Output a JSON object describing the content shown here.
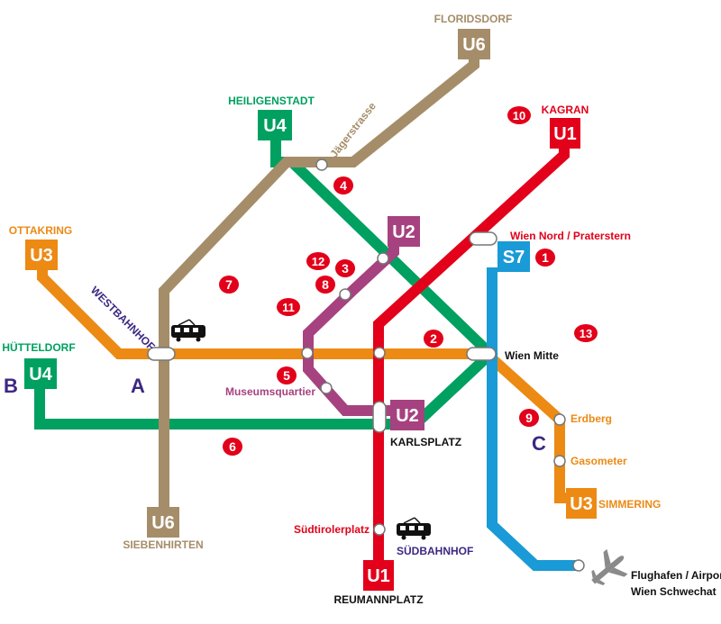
{
  "colors": {
    "u1": "#e2001a",
    "u2": "#a6427f",
    "u3": "#ec8a14",
    "u4": "#00a060",
    "u6": "#a58d69",
    "s7": "#1a9ad6",
    "zone": "#3d2783",
    "dark": "#111111",
    "plane": "#8a8a8a"
  },
  "terminals": {
    "floridsdorf": "FLORIDSDORF",
    "heiligenstadt": "HEILIGENSTADT",
    "kagran": "KAGRAN",
    "ottakring": "OTTAKRING",
    "huetteldorf": "HÜTTELDORF",
    "simmering": "SIMMERING",
    "siebenhirten": "SIEBENHIRTEN",
    "reumannplatz": "REUMANNPLATZ"
  },
  "stations": {
    "jaegerstrasse": "Jägerstrasse",
    "praterstern": "Wien Nord / Praterstern",
    "wien_mitte": "Wien Mitte",
    "westbahnhof": "WESTBAHNHOF",
    "museumsquartier": "Museumsquartier",
    "karlsplatz": "KARLSPLATZ",
    "erdberg": "Erdberg",
    "gasometer": "Gasometer",
    "suedtirolerplatz": "Südtirolerplatz",
    "suedbahnhof": "SÜDBAHNHOF",
    "airport_line1": "Flughafen / Airport",
    "airport_line2": "Wien Schwechat"
  },
  "badges": {
    "u6_top": "U6",
    "u4_top": "U4",
    "u1_top": "U1",
    "u3_left": "U3",
    "u2_mid": "U2",
    "s7": "S7",
    "u4_left": "U4",
    "u2_karlsplatz": "U2",
    "u3_bottom": "U3",
    "u6_bottom": "U6",
    "u1_bottom": "U1"
  },
  "zones": {
    "a": "A",
    "b": "B",
    "c": "C"
  },
  "markers": [
    "1",
    "2",
    "3",
    "4",
    "5",
    "6",
    "7",
    "8",
    "9",
    "10",
    "11",
    "12",
    "13"
  ],
  "icons": {
    "train_west": "train-icon",
    "train_south": "train-icon",
    "airport": "airplane-icon"
  }
}
